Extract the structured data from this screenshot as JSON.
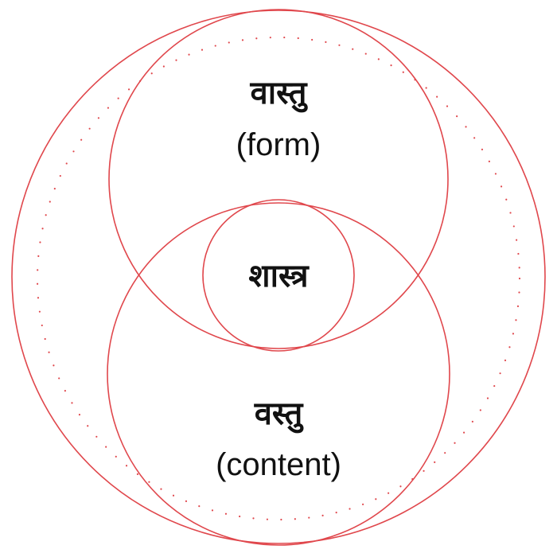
{
  "diagram": {
    "top": {
      "sanskrit": "वास्तु",
      "english": "(form)"
    },
    "center": {
      "sanskrit": "शास्त्र"
    },
    "bottom": {
      "sanskrit": "वस्तु",
      "english": "(content)"
    }
  },
  "colors": {
    "stroke": "#e0474c",
    "text": "#111111"
  }
}
